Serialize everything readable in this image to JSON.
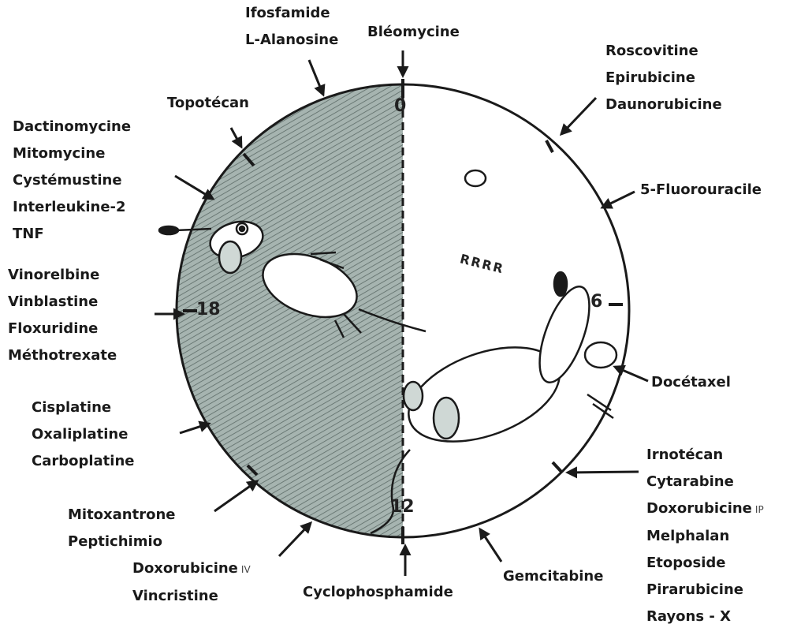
{
  "hours": {
    "top": "0",
    "right": "6",
    "bottom": "12",
    "left": "18"
  },
  "sleep_text": "RRRR",
  "labels": {
    "ifosfamide": [
      "Ifosfamide",
      "L-Alanosine"
    ],
    "bleomycine": [
      "Bléomycine"
    ],
    "roscovitine": [
      "Roscovitine",
      "Epirubicine",
      "Daunorubicine"
    ],
    "topotecan": [
      "Topotécan"
    ],
    "dactinomycine": [
      "Dactinomycine",
      "Mitomycine",
      "Cystémustine",
      "Interleukine-2",
      "TNF"
    ],
    "fluorouracile": [
      "5-Fluorouracile"
    ],
    "vinorelbine": [
      "Vinorelbine",
      "Vinblastine",
      "Floxuridine",
      "Méthotrexate"
    ],
    "docetaxel": [
      "Docétaxel"
    ],
    "cisplatine": [
      "Cisplatine",
      "Oxaliplatine",
      "Carboplatine"
    ],
    "irnotecan": [
      "Irnotécan",
      "Cytarabine",
      "Doxorubicine",
      "Melphalan",
      "Etoposide",
      "Pirarubicine",
      "Rayons - X"
    ],
    "irnotecan_sub": "IP",
    "mitoxantrone": [
      "Mitoxantrone",
      "Peptichimio"
    ],
    "doxorubicine_iv": [
      "Doxorubicine",
      "Vincristine"
    ],
    "doxorubicine_iv_sub": "IV",
    "cyclophosphamide": [
      "Cyclophosphamide"
    ],
    "gemcitabine": [
      "Gemcitabine"
    ]
  },
  "colors": {
    "dark_half": "#a6b4b0",
    "hatch": "#5c6b67",
    "line": "#1a1a1a"
  },
  "icons": [
    "mouse-awake-icon",
    "mouse-sleeping-icon"
  ]
}
